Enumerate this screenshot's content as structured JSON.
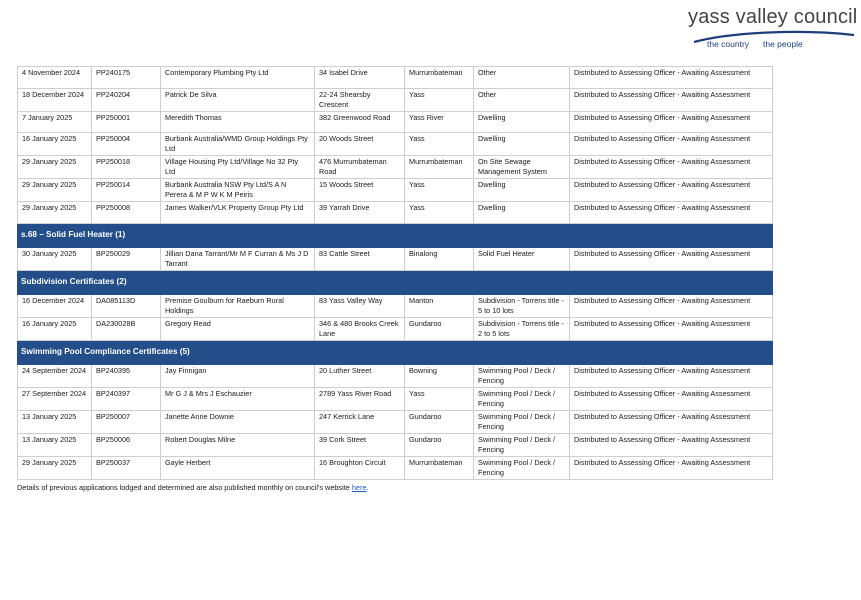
{
  "header": {
    "council_name": "yass valley council",
    "tagline_left": "the country",
    "tagline_right": "the people"
  },
  "rows_group1": [
    [
      "4 November 2024",
      "PP240175",
      "Contemporary Plumbing Pty Ltd",
      "34 Isabel Drive",
      "Murrumbateman",
      "Other",
      "Distributed to Assessing Officer - Awaiting Assessment"
    ],
    [
      "18 December 2024",
      "PP240204",
      "Patrick De Silva",
      "22-24 Shearsby Crescent",
      "Yass",
      "Other",
      "Distributed to Assessing Officer - Awaiting Assessment"
    ],
    [
      "7 January 2025",
      "PP250001",
      "Meredith Thomas",
      "382 Greenwood Road",
      "Yass River",
      "Dwelling",
      "Distributed to Assessing Officer - Awaiting Assessment"
    ],
    [
      "16 January 2025",
      "PP250004",
      "Burbank Australia/WMD Group Holdings Pty Ltd",
      "20 Woods Street",
      "Yass",
      "Dwelling",
      "Distributed to Assessing Officer - Awaiting Assessment"
    ],
    [
      "29 January 2025",
      "PP250018",
      "Village Housing Pty Ltd/Village No 32 Pty Ltd",
      "476 Murrumbateman Road",
      "Murrumbateman",
      "On Site Sewage Management System",
      "Distributed to Assessing Officer - Awaiting Assessment"
    ],
    [
      "29 January 2025",
      "PP250014",
      "Burbank Australia NSW Pty Ltd/S A N Perera & M P W K M Peiris",
      "15 Woods Street",
      "Yass",
      "Dwelling",
      "Distributed to Assessing Officer - Awaiting Assessment"
    ],
    [
      "29 January 2025",
      "PP250008",
      "James Walker/VLK Property Group Pty Ltd",
      "39 Yarrah Drive",
      "Yass",
      "Dwelling",
      "Distributed to Assessing Officer - Awaiting Assessment"
    ]
  ],
  "section_solid_fuel": "s.68 – Solid Fuel Heater (1)",
  "rows_group2": [
    [
      "30 January 2025",
      "BP250029",
      "Jillian Dana Tarrant/Mr M F Curran & Ms J D Tarrant",
      "83 Cattle Street",
      "Binalong",
      "Solid Fuel Heater",
      "Distributed to Assessing Officer - Awaiting Assessment"
    ]
  ],
  "section_subdivision": "Subdivision Certificates (2)",
  "rows_group3": [
    [
      "16 December 2024",
      "DA085113D",
      "Premise Goulburn for Raeburn Rural Holdings",
      "83 Yass Valley Way",
      "Manton",
      "Subdivision - Torrens title - 5 to 10 lots",
      "Distributed to Assessing Officer - Awaiting Assessment"
    ],
    [
      "16 January 2025",
      "DA230028B",
      "Gregory Read",
      "346 & 480 Brooks Creek Lane",
      "Gundaroo",
      "Subdivision - Torrens title - 2 to 5 lots",
      "Distributed to Assessing Officer - Awaiting Assessment"
    ]
  ],
  "section_pool": "Swimming Pool Compliance Certificates (5)",
  "rows_group4": [
    [
      "24 September 2024",
      "BP240395",
      "Jay Finnigan",
      "20 Luther Street",
      "Bowning",
      "Swimming Pool / Deck / Fencing",
      "Distributed to Assessing Officer - Awaiting Assessment"
    ],
    [
      "27 September 2024",
      "BP240397",
      "Mr G J & Mrs J Eschauzier",
      "2789 Yass River Road",
      "Yass",
      "Swimming Pool / Deck / Fencing",
      "Distributed to Assessing Officer - Awaiting Assessment"
    ],
    [
      "13 January 2025",
      "BP250007",
      "Janette Anne Downie",
      "247 Kerrick Lane",
      "Gundaroo",
      "Swimming Pool / Deck / Fencing",
      "Distributed to Assessing Officer - Awaiting Assessment"
    ],
    [
      "13 January 2025",
      "BP250006",
      "Robert Douglas Milne",
      "39 Cork Street",
      "Gundaroo",
      "Swimming Pool / Deck / Fencing",
      "Distributed to Assessing Officer - Awaiting Assessment"
    ],
    [
      "29 January 2025",
      "BP250037",
      "Gayle Herbert",
      "16 Broughton Circuit",
      "Murrumbateman",
      "Swimming Pool / Deck / Fencing",
      "Distributed to Assessing Officer - Awaiting Assessment"
    ]
  ],
  "footer": {
    "text": "Details of previous applications lodged and determined are also published monthly on council's website ",
    "link": "here",
    "end": "."
  },
  "colors": {
    "section_band": "#234e8a",
    "link": "#1f5fbf"
  }
}
